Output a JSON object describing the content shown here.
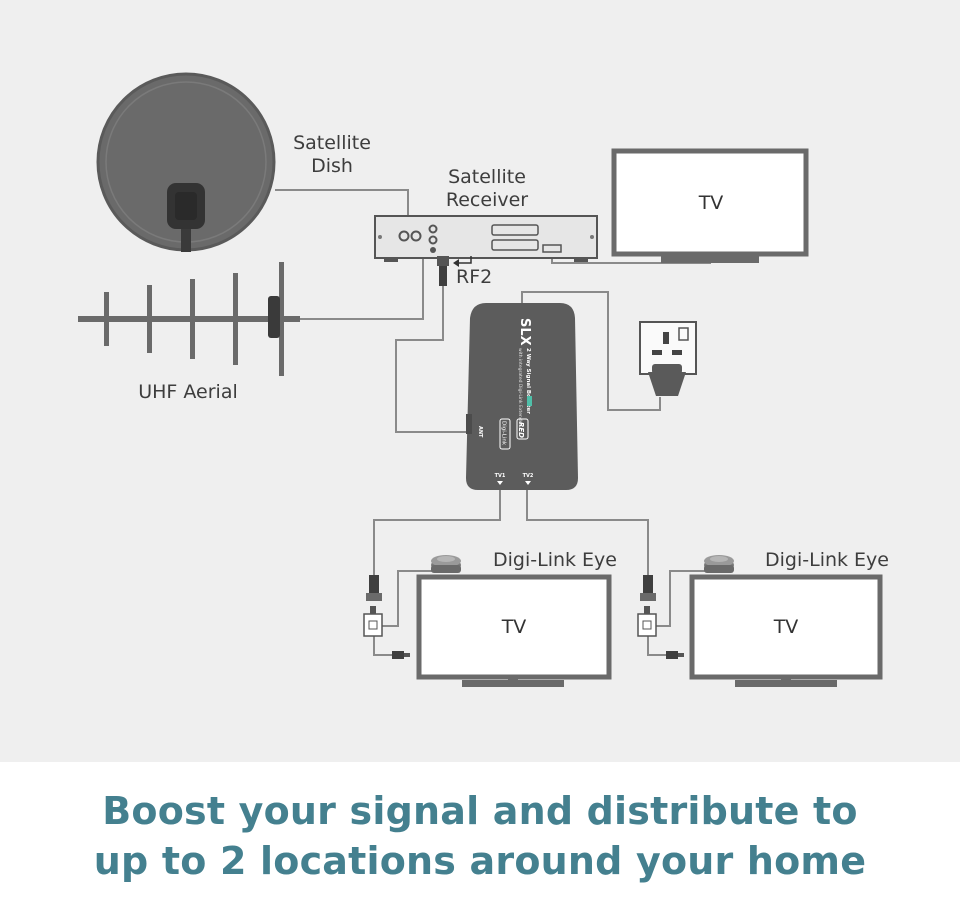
{
  "labels": {
    "satellite_dish_line1": "Satellite",
    "satellite_dish_line2": "Dish",
    "satellite_receiver_line1": "Satellite",
    "satellite_receiver_line2": "Receiver",
    "rf2": "RF2",
    "uhf_aerial": "UHF Aerial",
    "tv_top": "TV",
    "digi_link_eye_left": "Digi-Link Eye",
    "digi_link_eye_right": "Digi-Link Eye",
    "tv_bottom_left": "TV",
    "tv_bottom_right": "TV"
  },
  "booster": {
    "brand": "SLX",
    "line1": "2 Way Signal Booster",
    "line2": "with integrated Digi-Link Extender",
    "badge_red": "RED",
    "badge_digilink": "Digi-Link",
    "port_ant": "ANT",
    "port_tv1": "TV1",
    "port_tv2": "TV2"
  },
  "caption": {
    "line1": "Boost your signal and distribute to",
    "line2": "up to 2 locations around your home"
  },
  "colors": {
    "background": "#efefef",
    "device_gray": "#6a6a6a",
    "cable": "#8a8a8a",
    "caption_text": "#44808f"
  }
}
